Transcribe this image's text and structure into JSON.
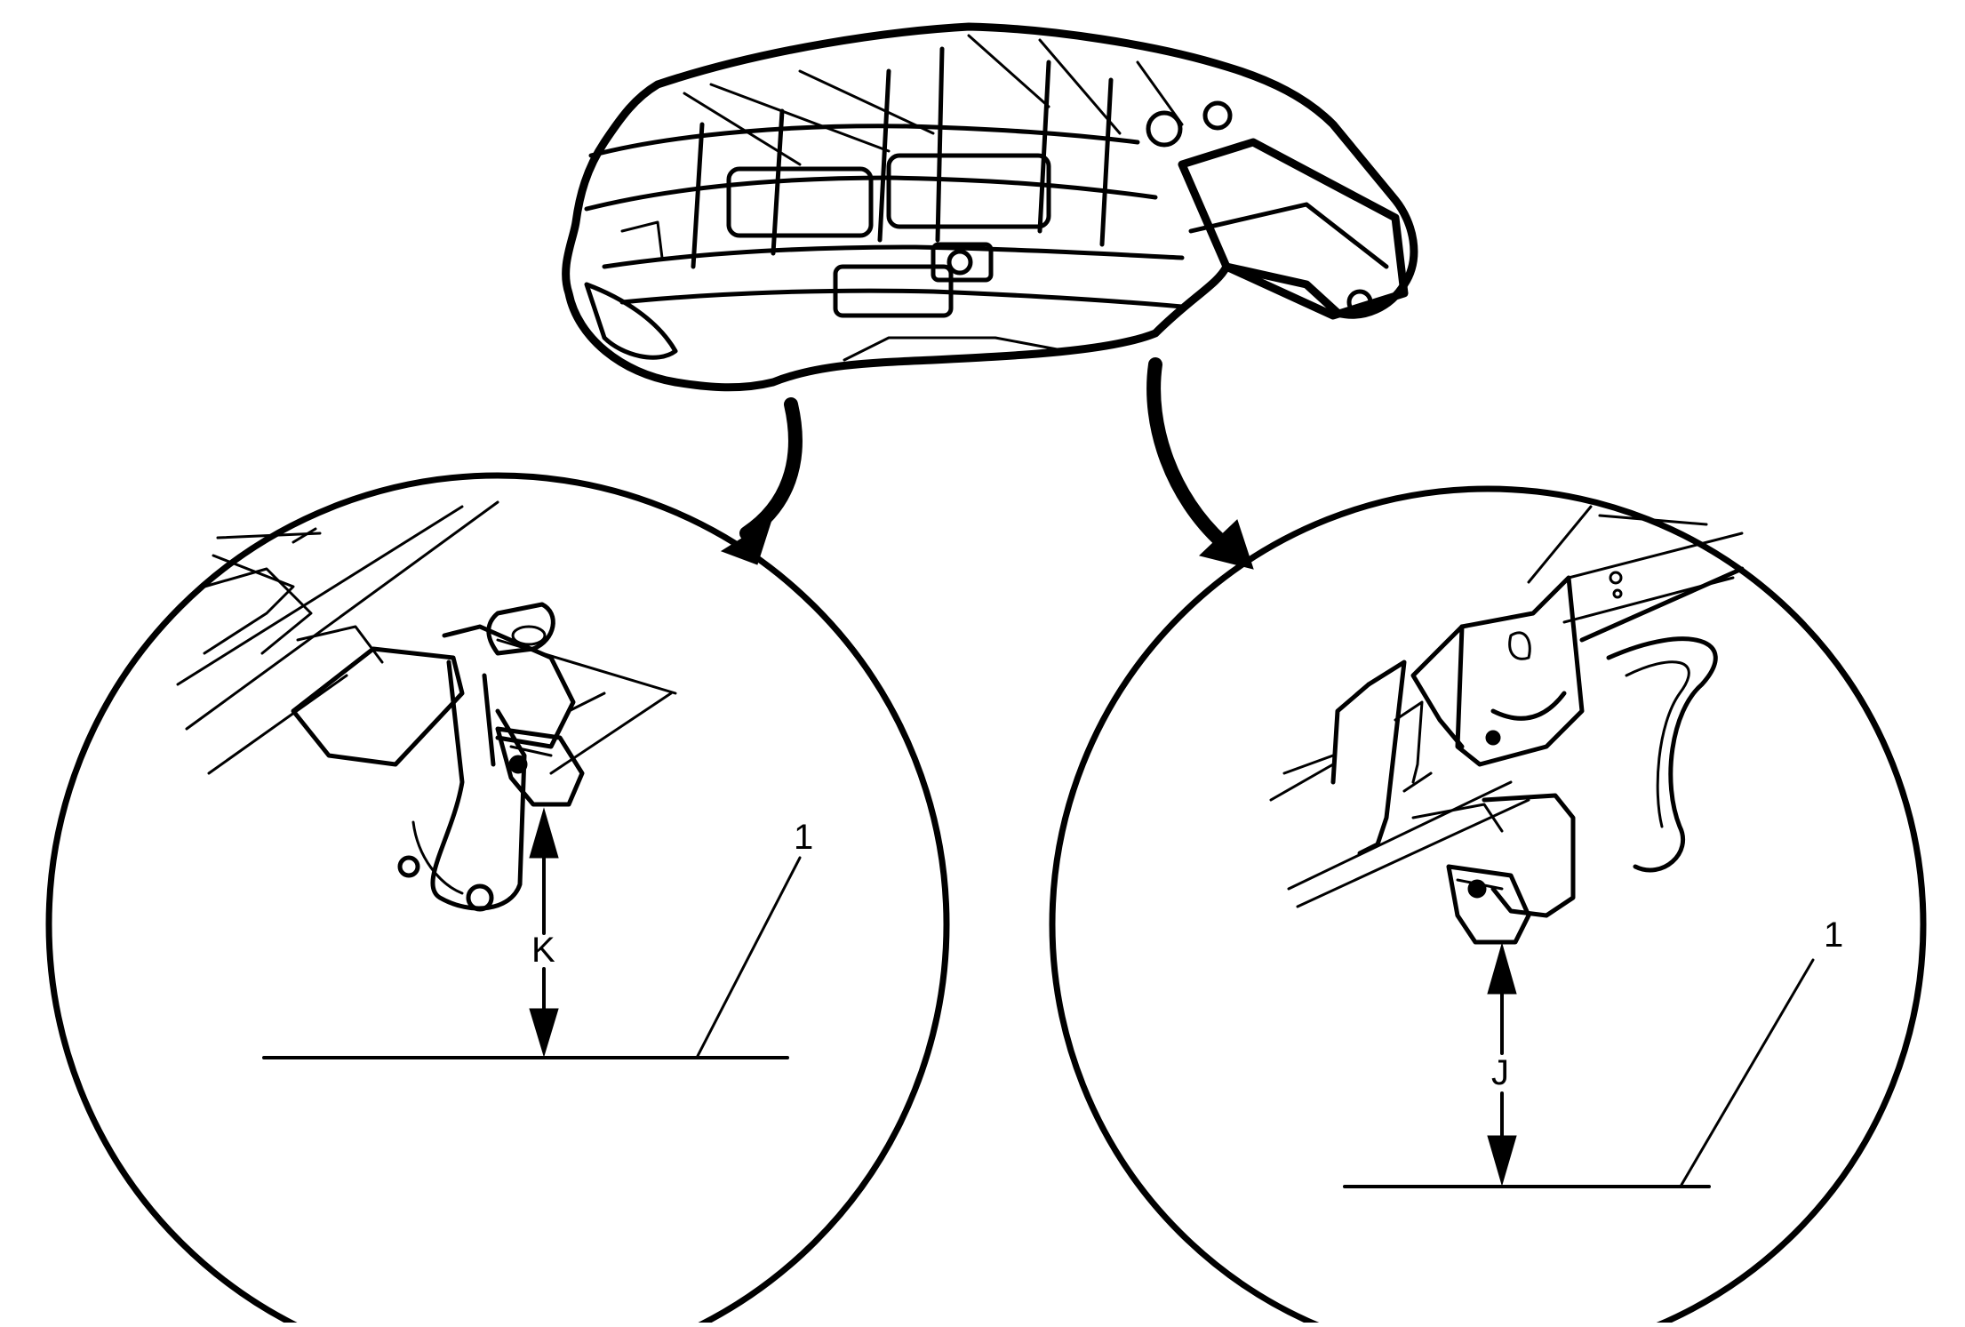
{
  "figure": {
    "type": "vehicle underbody measurement diagram",
    "left_detail": {
      "dimension_label": "K",
      "reference_callout": "1"
    },
    "right_detail": {
      "dimension_label": "J",
      "reference_callout": "1"
    }
  },
  "colors": {
    "ink": "#000000",
    "background": "#ffffff"
  }
}
